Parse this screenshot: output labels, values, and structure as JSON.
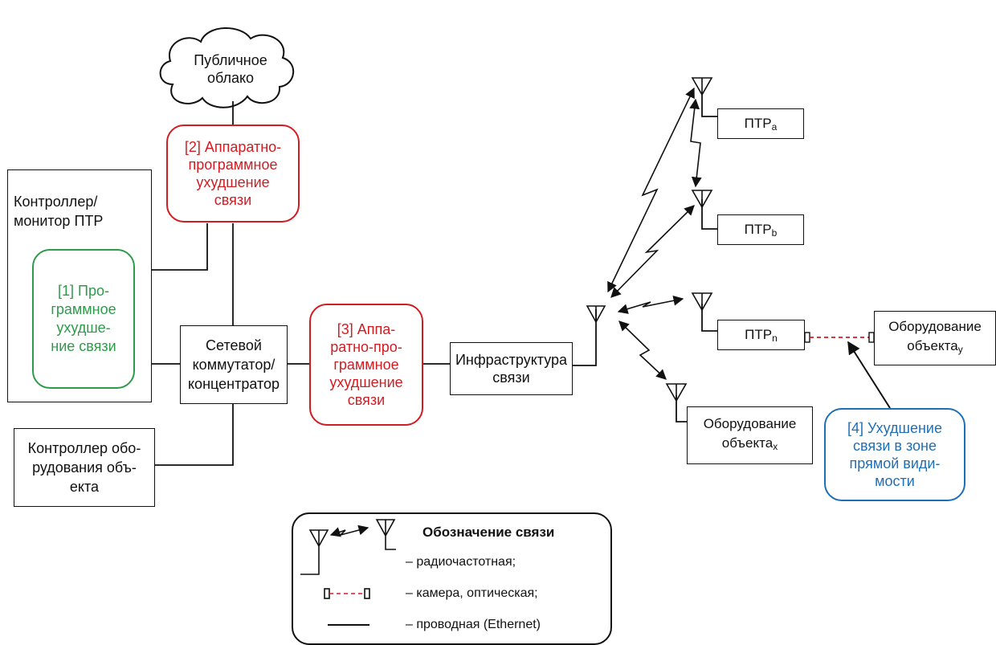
{
  "cloud": {
    "text": "Публичное\nоблако"
  },
  "controller_monitor": {
    "title": "Контроллер/\nмонитор ПТР"
  },
  "degradations": {
    "software": {
      "text": "[1] Про-\nграммное\nухудше-\nние связи",
      "color": "#2e9a4a"
    },
    "hw_sw_top": {
      "text": "[2] Аппаратно-\nпрограммное\nухудшение\nсвязи",
      "color": "#d01d22"
    },
    "hw_sw_mid": {
      "text": "[3] Аппа-\nратно-про-\nграммное\nухудшение\nсвязи",
      "color": "#d01d22"
    },
    "line_of_sight": {
      "text": "[4] Ухудшение\nсвязи в зоне\nпрямой види-\nмости",
      "color": "#1f6fb5"
    }
  },
  "network_switch": {
    "text": "Сетевой\nкоммутатор/\nконцентратор"
  },
  "object_controller": {
    "text": "Контроллер обо-\nрудования объ-\nекта"
  },
  "infrastructure": {
    "text": "Инфраструктура\nсвязи"
  },
  "ptr": [
    {
      "base": "ПТР",
      "sub": "a"
    },
    {
      "base": "ПТР",
      "sub": "b"
    },
    {
      "base": "ПТР",
      "sub": "n"
    }
  ],
  "equipment_x": {
    "base": "Оборудование\nобъекта",
    "sub": "x"
  },
  "equipment_y": {
    "base": "Оборудование\nобъекта",
    "sub": "y"
  },
  "legend": {
    "title": "Обозначение связи",
    "items": [
      "– радиочастотная;",
      "– камера, оптическая;",
      "– проводная (Ethernet)"
    ]
  }
}
